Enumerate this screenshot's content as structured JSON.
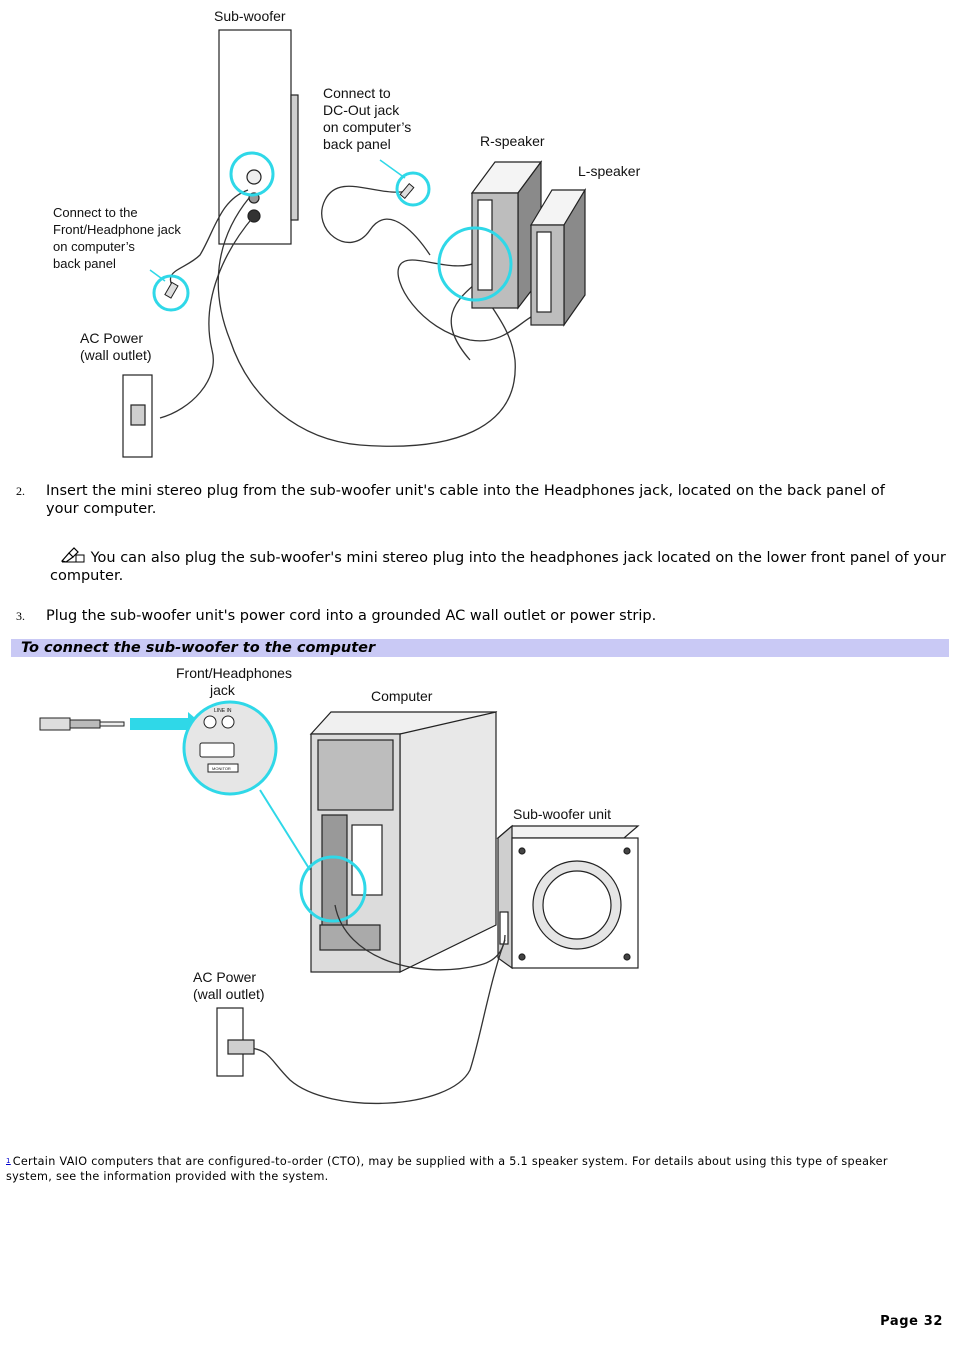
{
  "figure1": {
    "labels": {
      "subwoofer": "Sub-woofer",
      "dcout_1": "Connect to",
      "dcout_2": "DC-Out jack",
      "dcout_3": "on computer’s",
      "dcout_4": "back panel",
      "rspeaker": "R-speaker",
      "lspeaker": "L-speaker",
      "front_1": "Connect to the",
      "front_2": "Front/Headphone jack",
      "front_3": "on computer’s",
      "front_4": "back panel",
      "ac_1": "AC Power",
      "ac_2": "(wall outlet)"
    }
  },
  "steps": [
    {
      "number": "2.",
      "text": "Insert the mini stereo plug from the sub-woofer unit's cable into the Headphones jack, located on the back panel of your computer."
    },
    {
      "number": "3.",
      "text": "Plug the sub-woofer unit's power cord into a grounded AC wall outlet or power strip."
    }
  ],
  "note": {
    "icon": "note-pencil-icon",
    "text": "You can also plug the sub-woofer's mini stereo plug into the headphones jack located on the lower front panel of your computer."
  },
  "section_heading": "To connect the sub-woofer to the computer",
  "figure2": {
    "labels": {
      "front_1": "Front/Headphones",
      "front_2": "jack",
      "computer": "Computer",
      "subunit": "Sub-woofer unit",
      "ac_1": "AC Power",
      "ac_2": "(wall outlet)",
      "line_in": "LINE IN",
      "monitor": "MONITOR"
    }
  },
  "footnote": {
    "marker": "1",
    "text": "Certain VAIO computers that are configured-to-order (CTO), may be supplied with a 5.1 speaker system. For details about using this type of speaker system, see the information provided with the system."
  },
  "page_label": "Page 32",
  "colors": {
    "heading_bar": "#c9c9f5",
    "highlight": "#2fd8e8"
  }
}
